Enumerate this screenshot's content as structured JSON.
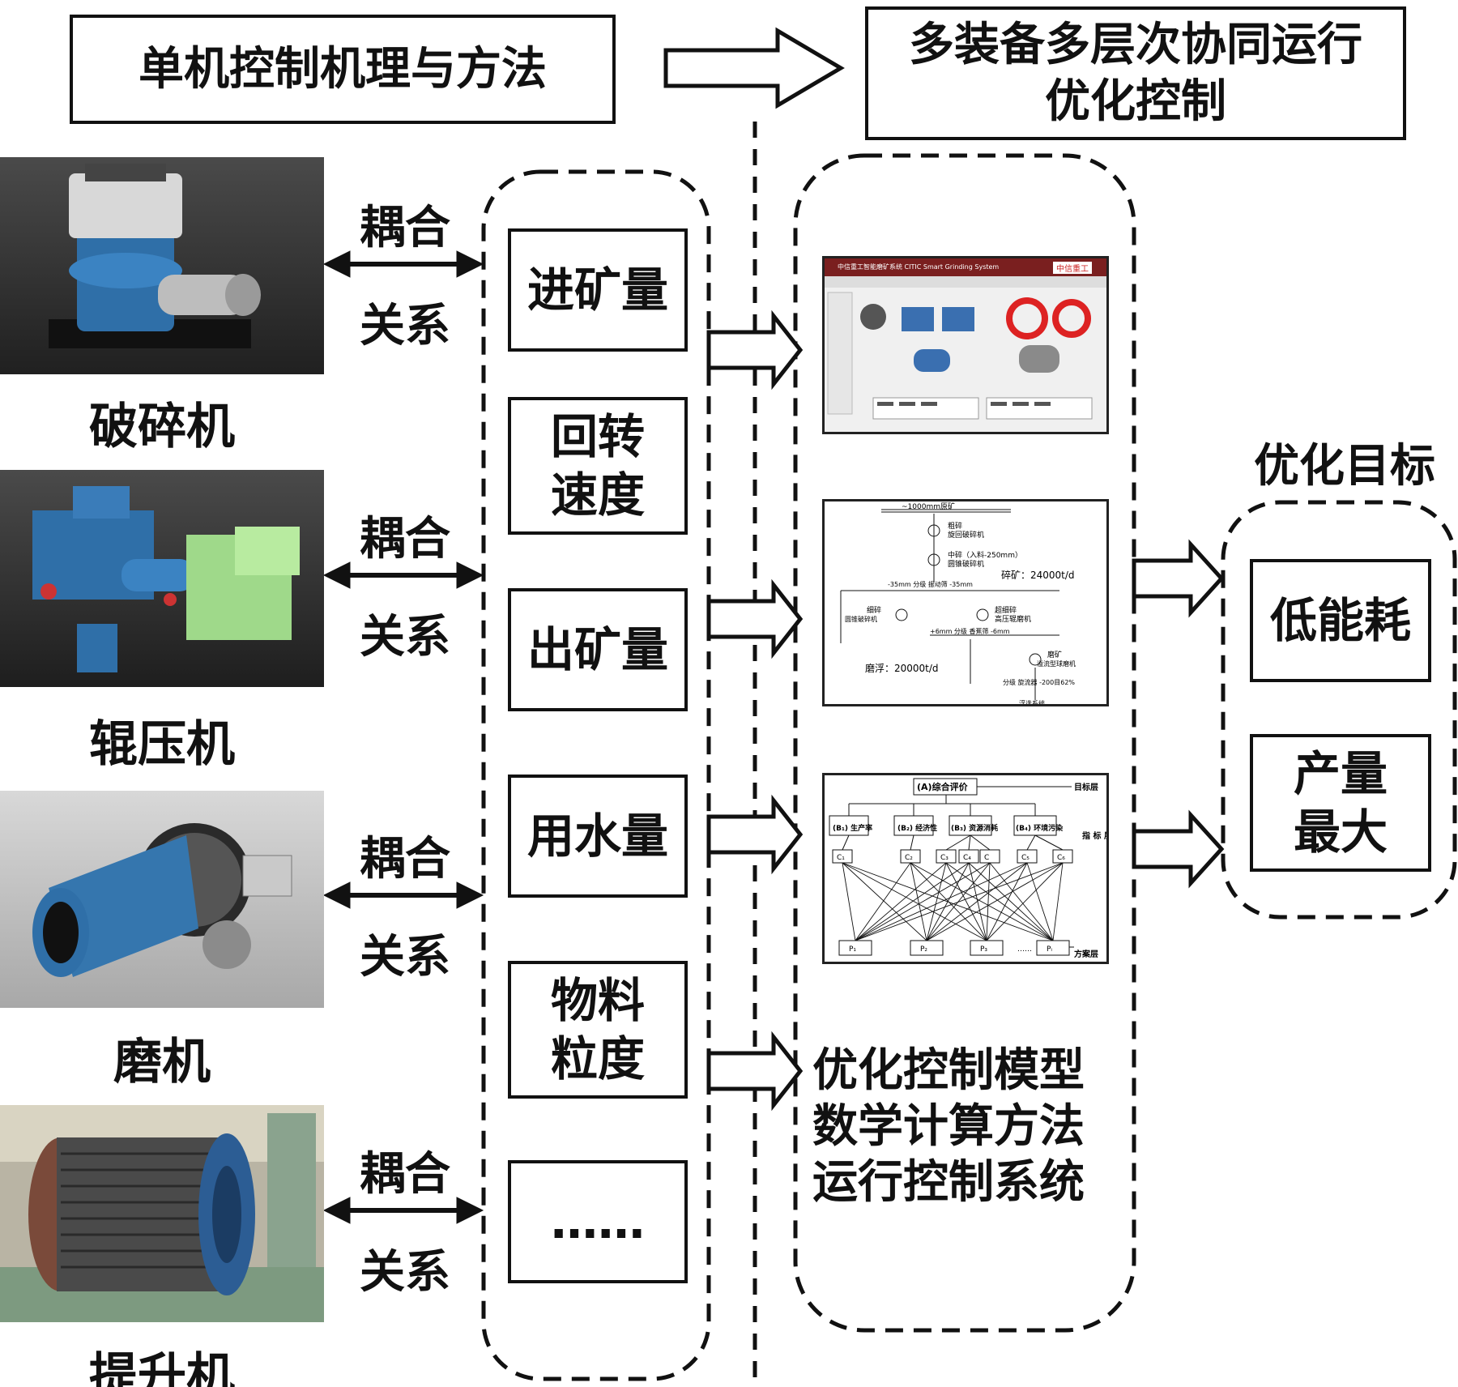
{
  "header": {
    "left_title": "单机控制机理与方法",
    "right_title_line1": "多装备多层次协同运行",
    "right_title_line2": "优化控制"
  },
  "machines": [
    {
      "label": "破碎机",
      "icon": "crusher-icon"
    },
    {
      "label": "辊压机",
      "icon": "roller-press-icon"
    },
    {
      "label": "磨机",
      "icon": "mill-icon"
    },
    {
      "label": "提升机",
      "icon": "hoist-icon"
    }
  ],
  "coupling": {
    "line1": "耦合",
    "line2": "关系"
  },
  "parameters": [
    "进矿量",
    "回转\n速度",
    "出矿量",
    "用水量",
    "物料\n粒度",
    "……"
  ],
  "middle": {
    "screen1": {
      "title": "中信重工智能磨矿系统 CITIC Smart Grinding System",
      "brand": "中信重工"
    },
    "screen2": {
      "feed": "~1000mm原矿",
      "coarse": "粗碎",
      "gyratory": "旋回破碎机",
      "mid": "中碎（入料-250mm）",
      "cone": "圆锥破碎机",
      "crush_rate": "碎矿：24000t/d",
      "screen_label": "-35mm 分级 振动筛 -35mm",
      "fine": "细碎",
      "fine_cone": "圆锥破碎机",
      "ultra": "超细碎",
      "hpgr": "高压辊磨机",
      "wet": "+6mm 分级 香蕉筛 -6mm",
      "mill": "磨矿",
      "ball": "溢流型球磨机",
      "grind_rate": "磨浮：20000t/d",
      "cyclone": "分级 旋流器 -200目62%",
      "flot": "浮选系统"
    },
    "screen3": {
      "top": "(A)综合评价",
      "target_layer": "目标层",
      "b1": "(B₁)\n生产率",
      "b2": "(B₂)\n经济性",
      "b3": "(B₃)\n资源消耗",
      "b4": "(B₄)\n环境污染",
      "index_layer": "指\n标\n层",
      "c_labels": [
        "C₁",
        "C₂",
        "C₃",
        "C₄",
        "C",
        "C₅",
        "C₆"
      ],
      "p_labels": [
        "P₁",
        "P₂",
        "P₃",
        "……",
        "Pᵢ"
      ],
      "plan_layer": "方案层"
    },
    "model_lines": [
      "优化控制模型",
      "数学计算方法",
      "运行控制系统"
    ]
  },
  "objectives": {
    "title": "优化目标",
    "items": [
      "低能耗",
      "产量\n最大"
    ]
  }
}
